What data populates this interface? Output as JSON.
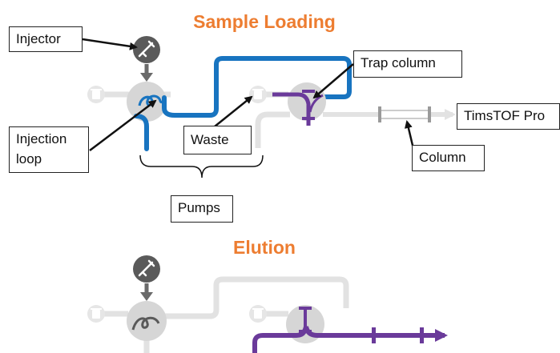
{
  "titles": {
    "sample_loading": "Sample Loading",
    "elution": "Elution"
  },
  "labels": {
    "injector": "Injector",
    "trap_column": "Trap column",
    "injection_loop": "Injection loop",
    "waste": "Waste",
    "timstof_pro": "TimsTOF Pro",
    "column": "Column",
    "pumps": "Pumps"
  },
  "colors": {
    "title": "#ED7D31",
    "flow_loading": "#1874C0",
    "flow_trap": "#6A3A9A",
    "inactive_line": "#E2E2E2",
    "valve_fill": "#D6D6D6",
    "injector_fill": "#5A5A5A"
  },
  "icons": {
    "injector": "syringe-icon",
    "waste": "trash-icon",
    "column": "column-icon"
  }
}
